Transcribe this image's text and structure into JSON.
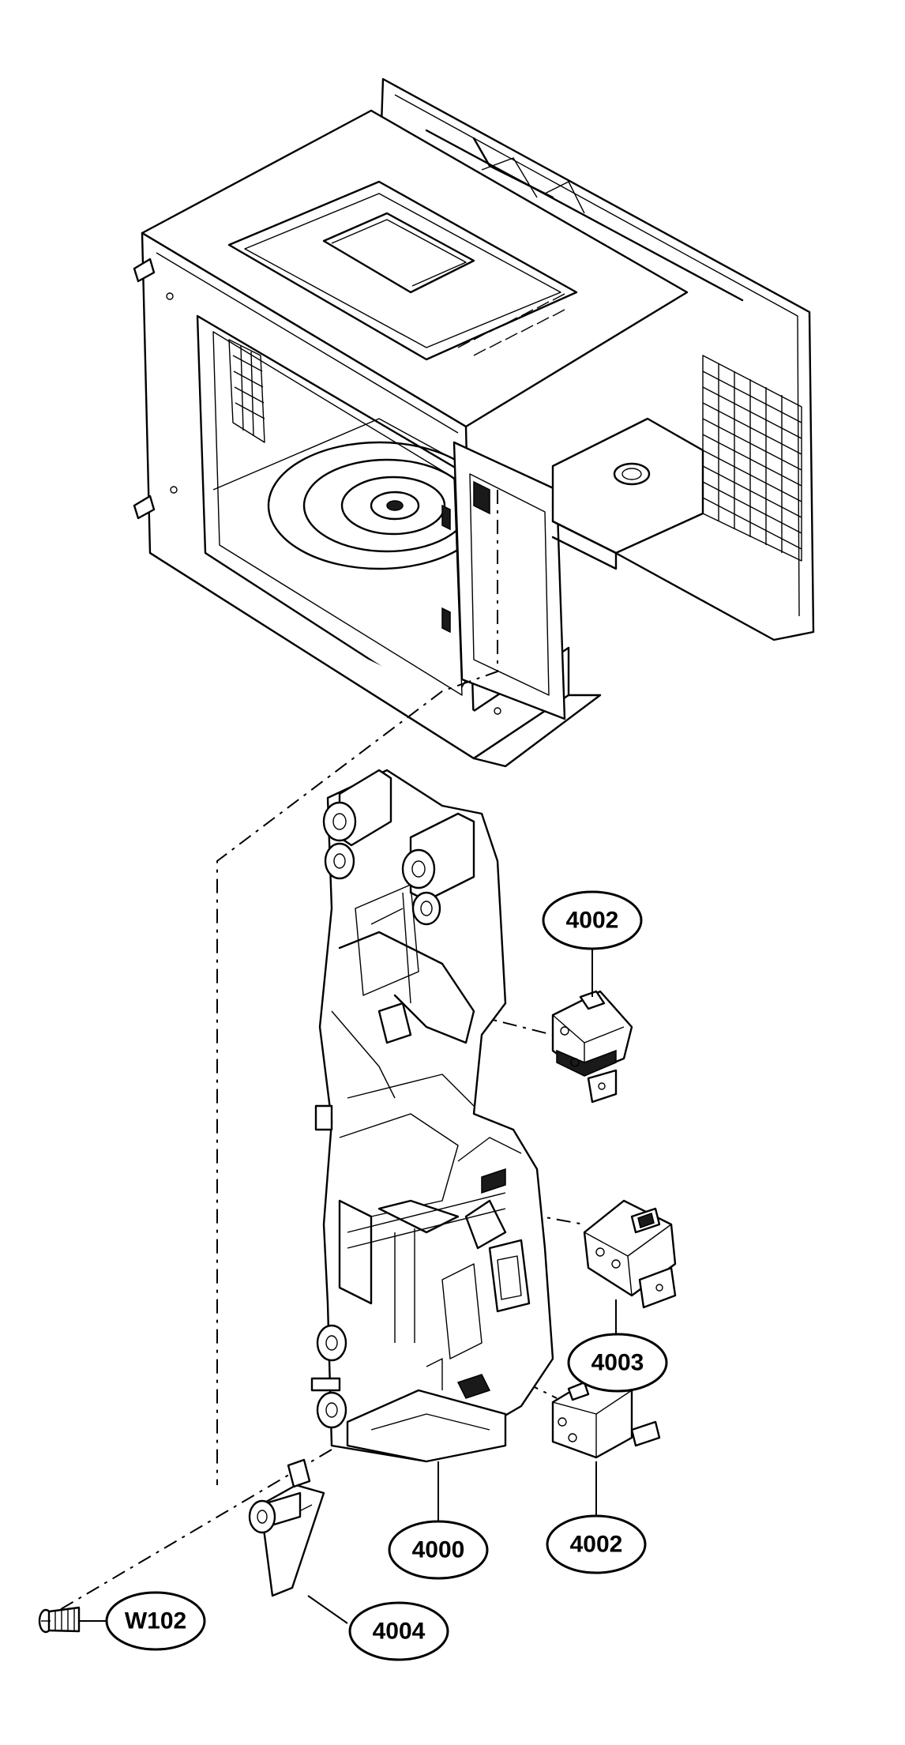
{
  "callouts": {
    "c4002_top": "4002",
    "c4003": "4003",
    "c4002_bottom": "4002",
    "c4000": "4000",
    "c4004": "4004",
    "cW102": "W102"
  },
  "colors": {
    "ink": "#000000",
    "paper": "#ffffff"
  }
}
